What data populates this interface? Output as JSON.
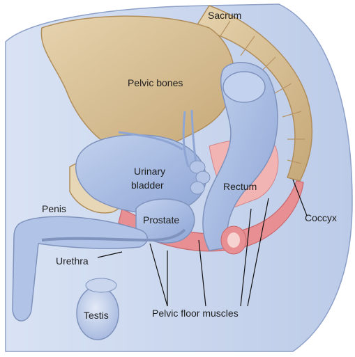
{
  "diagram": {
    "labels": {
      "sacrum": "Sacrum",
      "pelvic_bones": "Pelvic bones",
      "urinary_bladder_line1": "Urinary",
      "urinary_bladder_line2": "bladder",
      "rectum": "Rectum",
      "penis": "Penis",
      "prostate": "Prostate",
      "coccyx": "Coccyx",
      "urethra": "Urethra",
      "testis": "Testis",
      "pelvic_floor_muscles": "Pelvic floor muscles"
    },
    "colors": {
      "background": "#ffffff",
      "body_tissue": "#c9d6ee",
      "organ_blue": "#9fb5df",
      "organ_blue_light": "#b8c9ea",
      "bone": "#dcc59c",
      "bone_shadow": "#c9ad7c",
      "muscle_red": "#e88f93",
      "muscle_pink": "#f2c6c3",
      "outline": "#7f93bd",
      "leader_line": "#111111"
    }
  }
}
